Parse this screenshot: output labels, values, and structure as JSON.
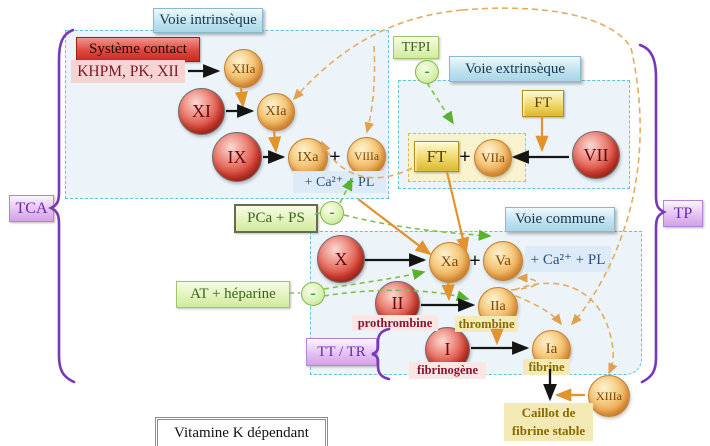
{
  "pathways": {
    "intrinsic_title": "Voie intrinsèque",
    "extrinsic_title": "Voie extrinsèque",
    "common_title": "Voie commune"
  },
  "contact_system": {
    "title": "Système contact",
    "members": "KHPM, PK, XII"
  },
  "inhibitors": {
    "sign": "-",
    "tfpi": "TFPI",
    "pca_ps": "PCa + PS",
    "at_heparin": "AT + héparine"
  },
  "lab_tests": {
    "tca": "TCA",
    "tp": "TP",
    "tt_tr": "TT / TR"
  },
  "factors": {
    "xiia": "XIIa",
    "xi": "XI",
    "xia": "XIa",
    "ix": "IX",
    "ixa": "IXa",
    "viiia": "VIIIa",
    "ft": "FT",
    "vii": "VII",
    "viia": "VIIa",
    "x": "X",
    "xa": "Xa",
    "va": "Va",
    "ii": "II",
    "iia": "IIa",
    "i": "I",
    "ia": "Ia",
    "xiiia": "XIIIa"
  },
  "operators": {
    "plus": "+"
  },
  "cofactor_label": "+ Ca²⁺ + PL",
  "protein_names": {
    "prothrombin": "prothrombine",
    "thrombin": "thrombine",
    "fibrinogen": "fibrinogène",
    "fibrin": "fibrine"
  },
  "end_product": {
    "line1": "Caillot de",
    "line2": "fibrine stable"
  },
  "footnote": "Vitamine K dépendant",
  "colors": {
    "inactive_factor": "#d84638",
    "active_factor": "#e89c42",
    "inhibitor_green": "#d2eb9e",
    "test_purple": "#e3bdf2",
    "pathway_title_blue": "#bfe2ef",
    "tissue_factor_gold": "#f0d86a",
    "arrow_black": "#151515",
    "arrow_orange": "#e2932e",
    "feedback_dashed_orange": "#e4ab62",
    "inhibition_green": "#7cc244",
    "brace_purple": "#7838b8",
    "region_fill": "#ecf4fa",
    "region_border": "#62c3d8"
  }
}
